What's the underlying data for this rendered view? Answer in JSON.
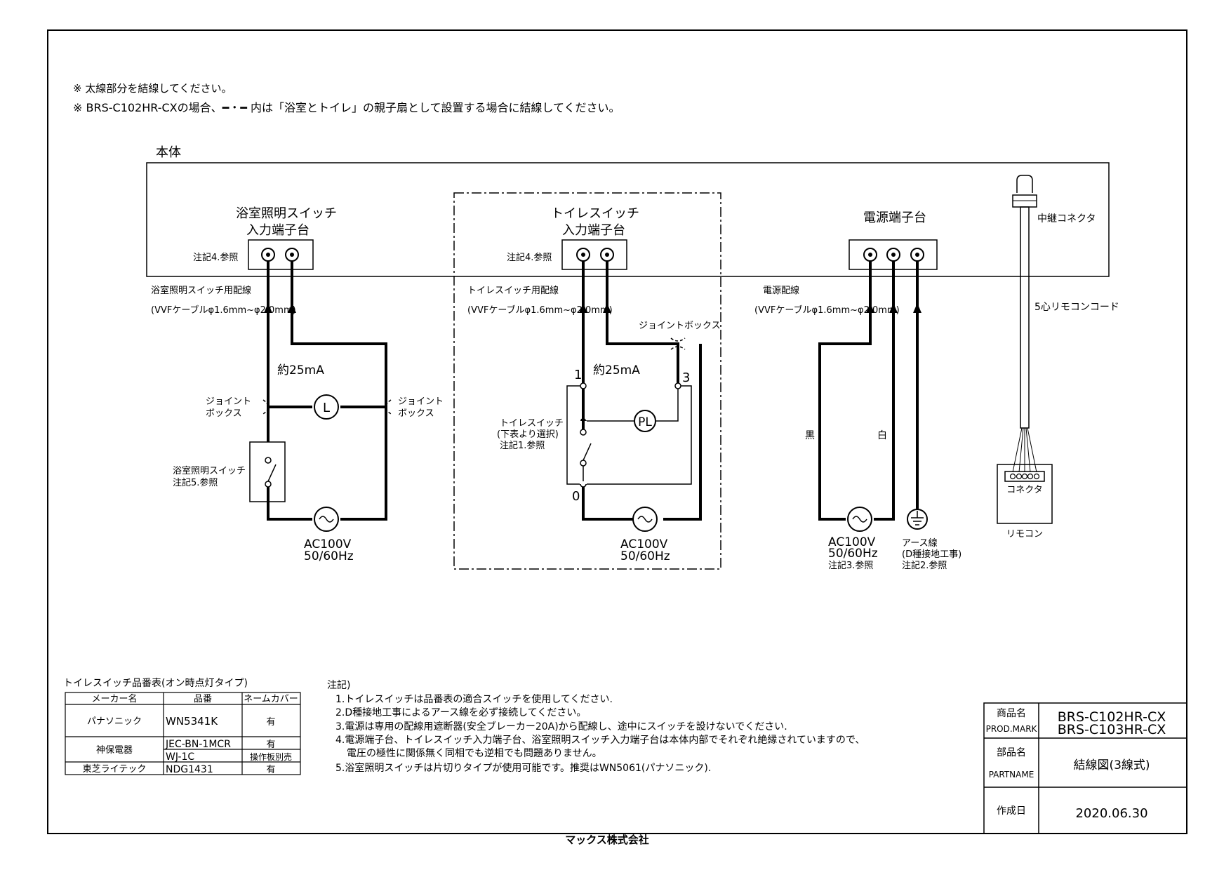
{
  "notes_top": [
    "※ 太線部分を結線してください。",
    "※ BRS-C102HR-CXの場合、━・━ 内は「浴室とトイレ」の親子扇として設置する場合に結線してください。"
  ],
  "main_body_label": "本体",
  "terminals": {
    "bath": {
      "title1": "浴室照明スイッチ",
      "title2": "入力端子台",
      "ref": "注記4.参照"
    },
    "toilet": {
      "title1": "トイレスイッチ",
      "title2": "入力端子台",
      "ref": "注記4.参照"
    },
    "power": {
      "title": "電源端子台"
    },
    "relay": {
      "title": "中継コネクタ"
    }
  },
  "wiring": {
    "bath_label": "浴室照明スイッチ用配線",
    "bath_spec": "(VVFケーブルφ1.6mm~φ2.0mm)",
    "toilet_label": "トイレスイッチ用配線",
    "toilet_spec": "(VVFケーブルφ1.6mm~φ2.0mm)",
    "power_label": "電源配線",
    "power_spec": "(VVFケーブルφ1.6mm~φ2.0mm)",
    "remote_cord": "5心リモコンコード"
  },
  "bath_circuit": {
    "current": "約25mA",
    "jb_left_1": "ジョイント",
    "jb_left_2": "ボックス",
    "jb_right_1": "ジョイント",
    "jb_right_2": "ボックス",
    "lamp": "L",
    "switch_1": "浴室照明スイッチ",
    "switch_2": "注記5.参照",
    "ac_1": "AC100V",
    "ac_2": "50/60Hz"
  },
  "toilet_circuit": {
    "current": "約25mA",
    "junction": "ジョイントボックス",
    "terminal_1": "1",
    "terminal_3": "3",
    "terminal_0": "0",
    "pilot": "PL",
    "switch_1": "トイレスイッチ",
    "switch_2": "(下表より選択)",
    "switch_3": "注記1.参照",
    "ac_1": "AC100V",
    "ac_2": "50/60Hz"
  },
  "power_circuit": {
    "black": "黒",
    "white": "白",
    "ac_1": "AC100V",
    "ac_2": "50/60Hz",
    "ac_ref": "注記3.参照",
    "earth_1": "アース線",
    "earth_2": "(D種接地工事)",
    "earth_3": "注記2.参照"
  },
  "remote": {
    "connector": "コネクタ",
    "remote": "リモコン"
  },
  "switch_table": {
    "title": "トイレスイッチ品番表(オン時点灯タイプ)",
    "headers": [
      "メーカー名",
      "品番",
      "ネームカバー"
    ],
    "rows": [
      {
        "maker": "パナソニック",
        "part": "WN5341K",
        "cover": "有"
      },
      {
        "maker": "神保電器",
        "part": "JEC-BN-1MCR",
        "cover": "有"
      },
      {
        "maker": "",
        "part": "WJ-1C",
        "cover": "操作板別売"
      },
      {
        "maker": "東芝ライテック",
        "part": "NDG1431",
        "cover": "有"
      }
    ]
  },
  "notes": {
    "title": "注記)",
    "items": [
      "1.トイレスイッチは品番表の適合スイッチを使用してください.",
      "2.D種接地工事によるアース線を必ず接続してください。",
      "3.電源は専用の配線用遮断器(安全ブレーカー20A)から配線し、途中にスイッチを設けないでください.",
      "4.電源端子台、トイレスイッチ入力端子台、浴室照明スイッチ入力端子台は本体内部でそれぞれ絶縁されていますので、",
      "電圧の極性に関係無く同相でも逆相でも問題ありません。",
      "5.浴室照明スイッチは片切りタイプが使用可能です。推奨はWN5061(パナソニック)."
    ]
  },
  "title_block": {
    "product_label_jp": "商品名",
    "product_label_en": "PROD.MARK",
    "product_1": "BRS-C102HR-CX",
    "product_2": "BRS-C103HR-CX",
    "part_label_jp": "部品名",
    "part_label_en": "PARTNAME",
    "part_name": "結線図(3線式)",
    "date_label": "作成日",
    "date": "2020.06.30"
  },
  "company": "マックス株式会社"
}
